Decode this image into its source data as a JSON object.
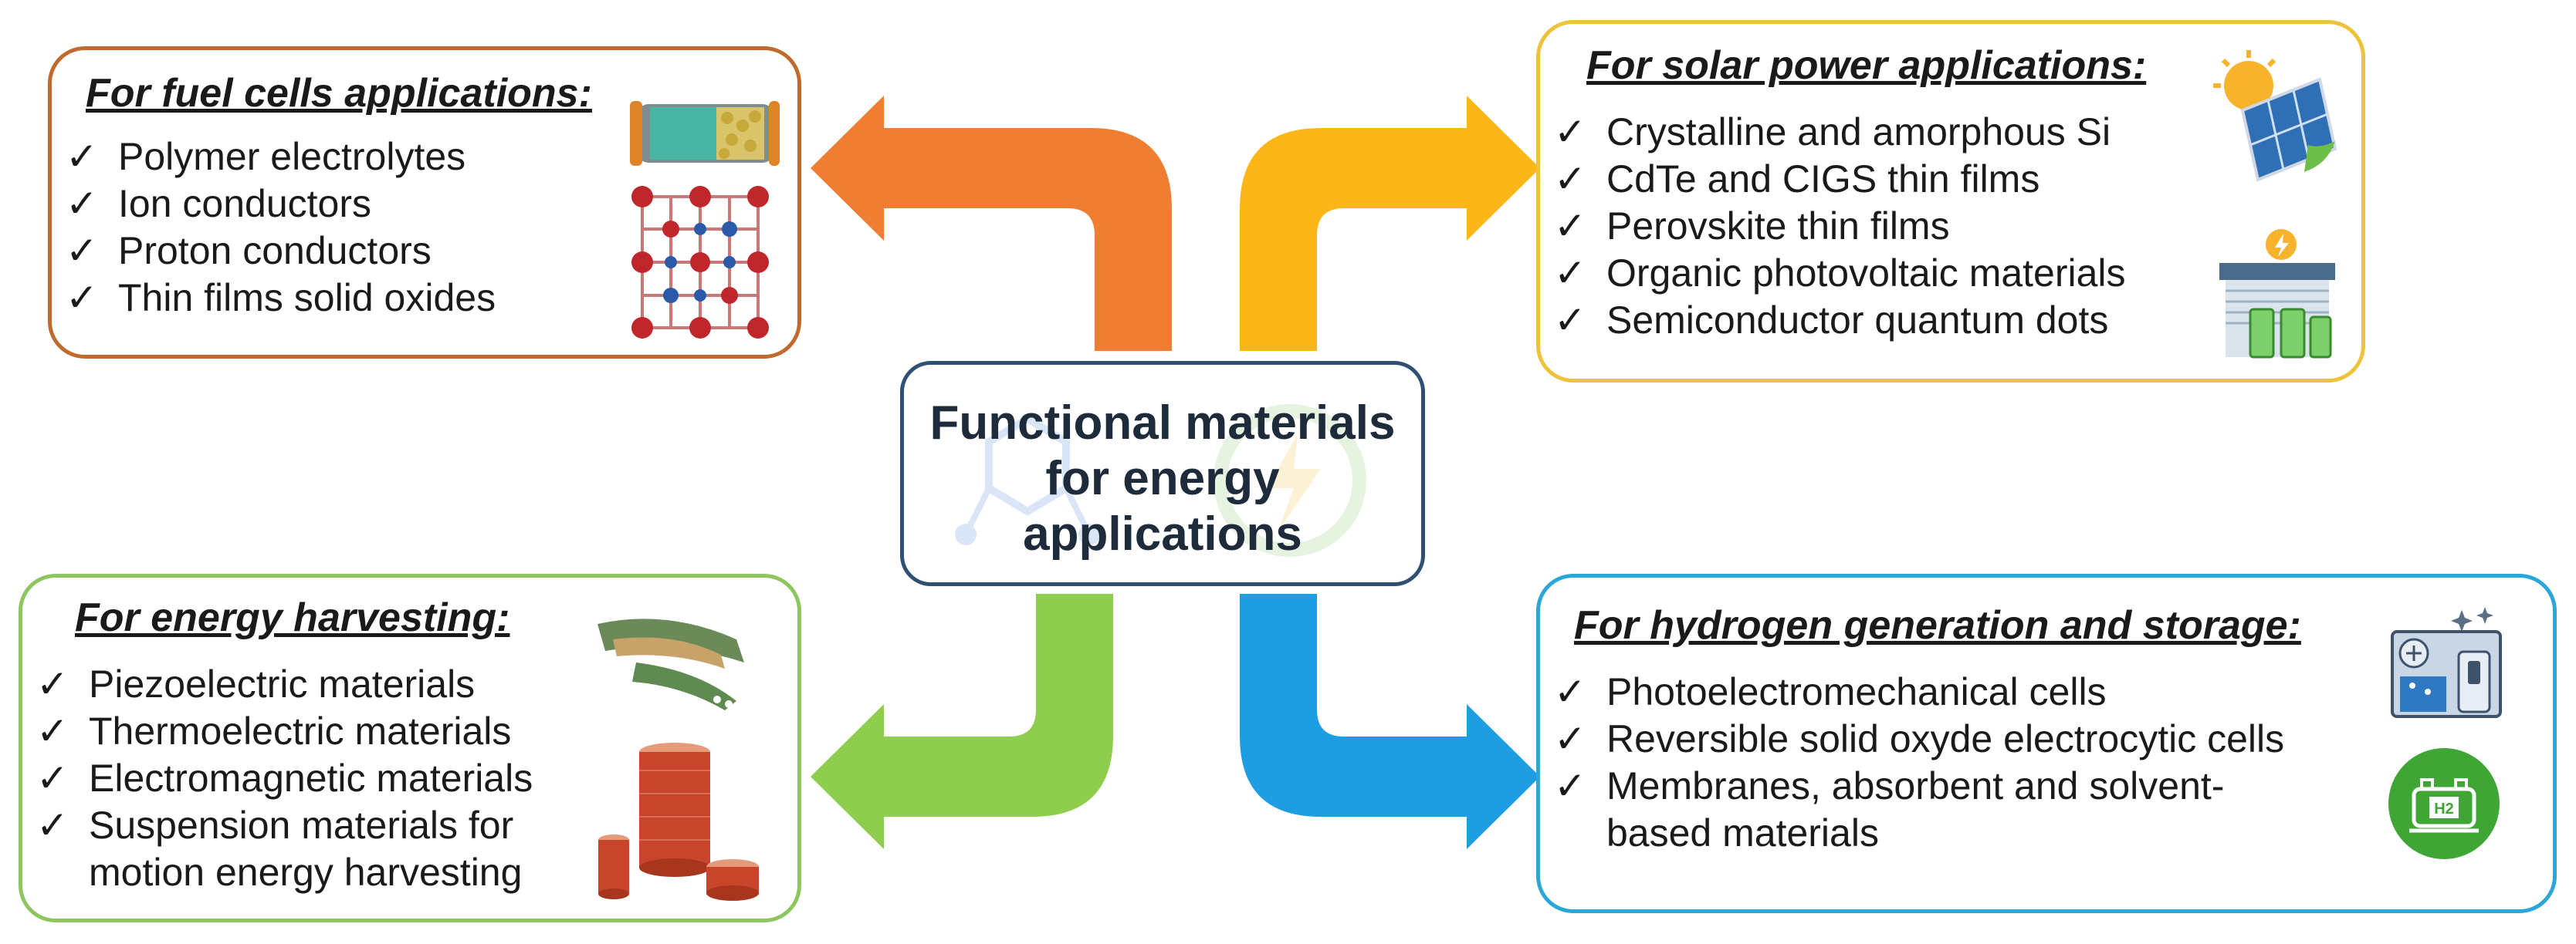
{
  "center": {
    "title_line1": "Functional materials",
    "title_line2": "for energy",
    "title_line3": "applications"
  },
  "colors": {
    "fuel": "#c06b2e",
    "fuel_arrow": "#ef7d32",
    "solar": "#eec23a",
    "solar_arrow": "#fbb717",
    "harvest": "#8dc55e",
    "harvest_arrow": "#8fcd4f",
    "hydrogen": "#2aa6d8",
    "hydrogen_arrow": "#1f9de3",
    "center_border": "#2f5072"
  },
  "check_mark": "✓",
  "fuel_cells": {
    "title": "For fuel cells applications:",
    "items": [
      "Polymer electrolytes",
      "Ion conductors",
      "Proton conductors",
      "Thin films solid oxides"
    ]
  },
  "solar": {
    "title": "For solar power applications:",
    "items": [
      "Crystalline and amorphous Si",
      "CdTe and CIGS thin films",
      "Perovskite thin films",
      "Organic photovoltaic materials",
      "Semiconductor quantum dots"
    ]
  },
  "harvesting": {
    "title": "For energy harvesting:",
    "items": [
      "Piezoelectric materials",
      "Thermoelectric materials",
      "Electromagnetic materials",
      "Suspension materials for",
      "motion energy harvesting"
    ]
  },
  "hydrogen": {
    "title": "For hydrogen generation and storage:",
    "items": [
      "Photoelectromechanical cells",
      "Reversible solid oxyde electrocytic cells",
      "Membranes, absorbent and solvent-",
      "based materials"
    ],
    "badge_label": "H2"
  },
  "icons": [
    "fuel-cell-tube-icon",
    "crystal-lattice-icon",
    "solar-panel-icon",
    "battery-storage-icon",
    "piezo-film-icon",
    "coil-magnet-icon",
    "electrolyzer-icon",
    "hydrogen-tank-icon",
    "molecule-watermark-icon"
  ]
}
